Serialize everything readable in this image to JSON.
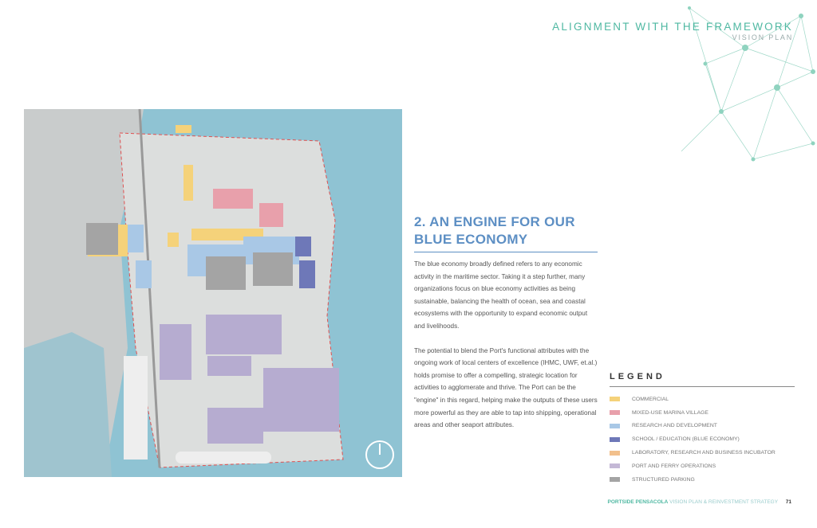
{
  "header": {
    "title": "ALIGNMENT WITH THE FRAMEWORK",
    "subtitle": "VISION PLAN"
  },
  "section": {
    "title_line1": "2. AN ENGINE FOR OUR",
    "title_line2": "BLUE ECONOMY",
    "paragraphs": [
      "The blue economy broadly defined refers to any economic activity in the maritime sector.  Taking it a step further, many organizations focus on blue economy activities as being sustainable, balancing the health of ocean, sea and coastal ecosystems with the opportunity to expand economic output and livelihoods.",
      "The potential to blend the Port's functional attributes with the ongoing work of local centers of excellence (IHMC, UWF, et.al.) holds promise to offer a compelling, strategic location for activities to agglomerate and thrive.  The Port can be the \"engine\" in this regard, helping make the outputs of these users more powerful as they are able to tap into shipping, operational areas and other seaport attributes."
    ]
  },
  "legend": {
    "title": "LEGEND",
    "items": [
      {
        "label": "COMMERCIAL",
        "color": "#f5d27a"
      },
      {
        "label": "MIXED-USE MARINA VILLAGE",
        "color": "#e8a0ab"
      },
      {
        "label": "RESEARCH AND DEVELOPMENT",
        "color": "#a9c8e6"
      },
      {
        "label": "SCHOOL / EDUCATION (BLUE ECONOMY)",
        "color": "#6e78b8"
      },
      {
        "label": "LABORATORY, RESEARCH AND BUSINESS INCUBATOR",
        "color": "#f2c08c"
      },
      {
        "label": "PORT AND FERRY OPERATIONS",
        "color": "#c4b8d6"
      },
      {
        "label": "STRUCTURED PARKING",
        "color": "#a4a4a4"
      }
    ]
  },
  "footer": {
    "brand": "PORTSIDE PENSACOLA",
    "doc": "VISION PLAN & REINVESTMENT STRATEGY",
    "page": "71"
  }
}
